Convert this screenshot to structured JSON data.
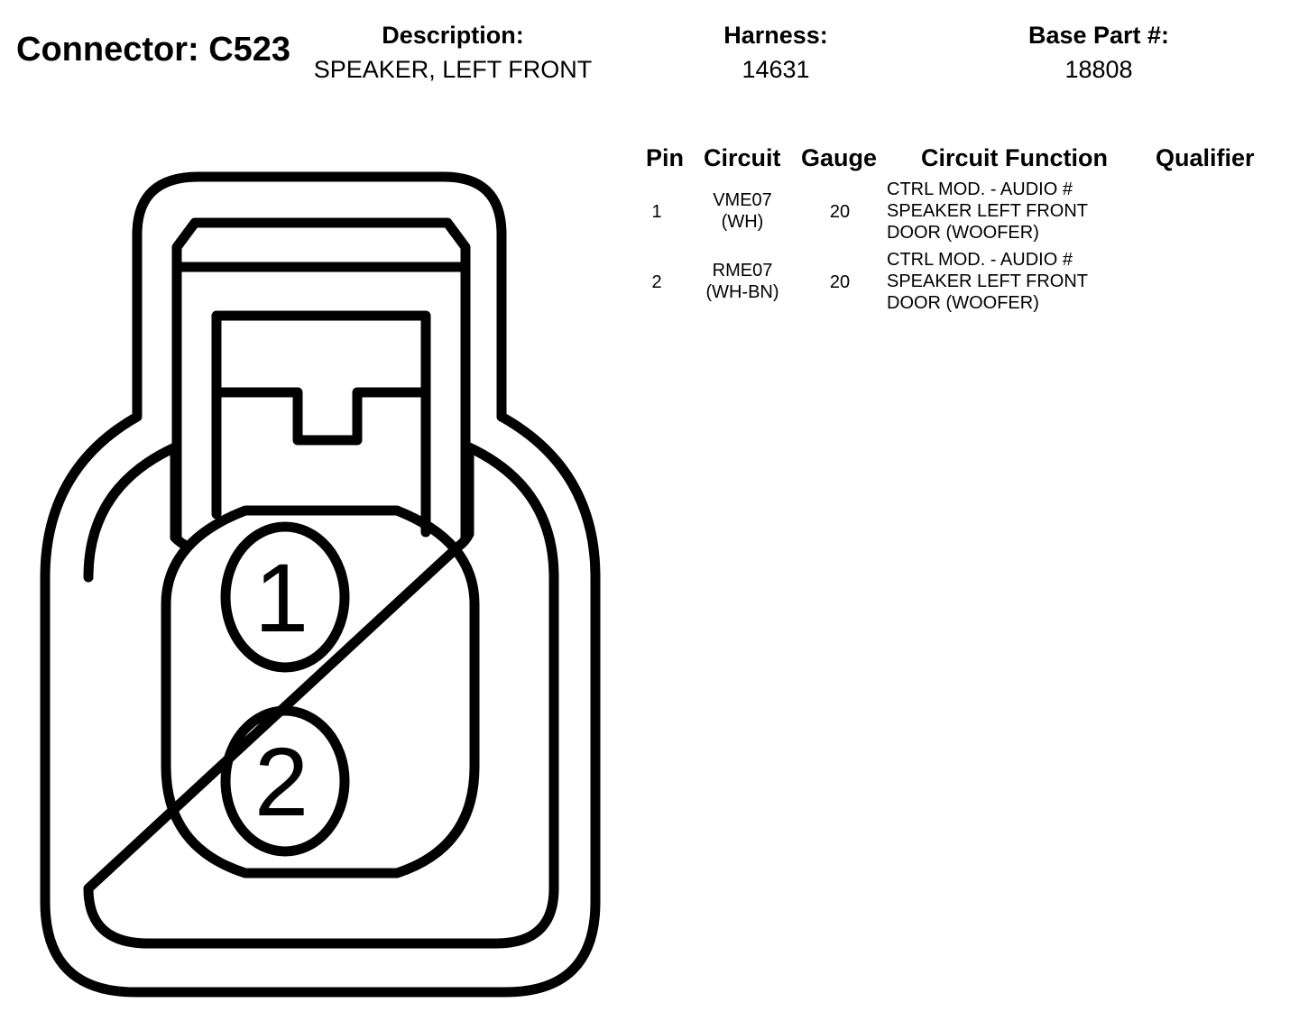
{
  "connector": {
    "title": "Connector: C523"
  },
  "header": {
    "description_label": "Description:",
    "description_value": "SPEAKER, LEFT FRONT",
    "harness_label": "Harness:",
    "harness_value": "14631",
    "base_part_label": "Base Part #:",
    "base_part_value": "18808"
  },
  "table": {
    "columns": [
      "Pin",
      "Circuit",
      "Gauge",
      "Circuit Function",
      "Qualifier"
    ],
    "rows": [
      {
        "pin": "1",
        "circuit_line1": "VME07",
        "circuit_line2": "(WH)",
        "gauge": "20",
        "function_line1": "CTRL MOD. - AUDIO #",
        "function_line2": "SPEAKER LEFT FRONT",
        "function_line3": "DOOR (WOOFER)",
        "qualifier": ""
      },
      {
        "pin": "2",
        "circuit_line1": "RME07",
        "circuit_line2": "(WH-BN)",
        "gauge": "20",
        "function_line1": "CTRL MOD. - AUDIO #",
        "function_line2": "SPEAKER LEFT FRONT",
        "function_line3": "DOOR (WOOFER)",
        "qualifier": ""
      }
    ]
  },
  "diagram": {
    "pin_labels": [
      "1",
      "2"
    ],
    "stroke_color": "#000000",
    "fill_color": "#ffffff"
  }
}
